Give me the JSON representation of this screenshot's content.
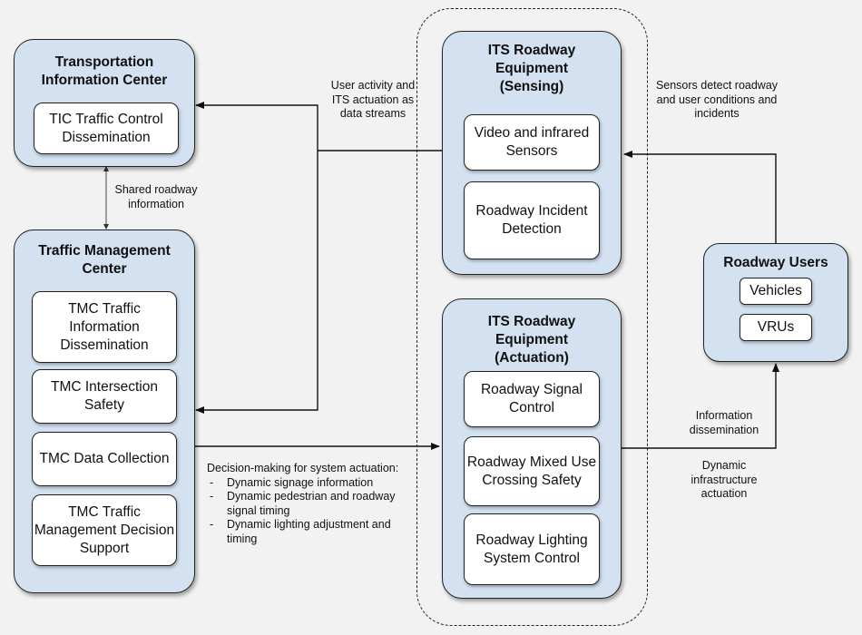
{
  "tic": {
    "title": "Transportation Information Center",
    "items": [
      "TIC Traffic Control Dissemination"
    ]
  },
  "tmc": {
    "title": "Traffic Management Center",
    "items": [
      "TMC Traffic Information Dissemination",
      "TMC Intersection Safety",
      "TMC Data Collection",
      "TMC Traffic Management Decision Support"
    ]
  },
  "sensing": {
    "title": "ITS Roadway Equipment (Sensing)",
    "items": [
      "Video and infrared Sensors",
      "Roadway Incident Detection"
    ]
  },
  "actuation": {
    "title": "ITS Roadway Equipment (Actuation)",
    "items": [
      "Roadway Signal Control",
      "Roadway Mixed Use Crossing Safety",
      "Roadway Lighting System Control"
    ]
  },
  "users": {
    "title": "Roadway Users",
    "items": [
      "Vehicles",
      "VRUs"
    ]
  },
  "labels": {
    "shared": "Shared roadway information",
    "user_activity": "User activity and ITS actuation as data streams",
    "sensors_detect": "Sensors detect roadway and user conditions and incidents",
    "info_dissemination": "Information dissemination",
    "dynamic_infra": "Dynamic infrastructure actuation",
    "decision_heading": "Decision-making for system actuation:",
    "decision_items": [
      "Dynamic signage information",
      "Dynamic pedestrian and roadway signal timing",
      "Dynamic lighting adjustment and timing"
    ]
  }
}
